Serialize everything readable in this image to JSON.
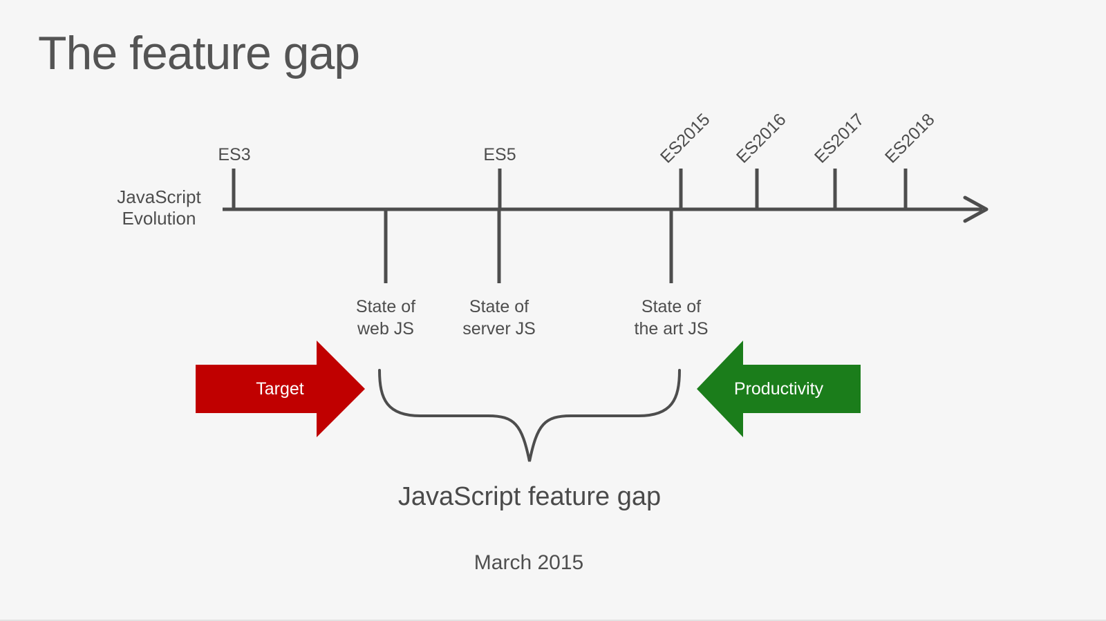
{
  "slide": {
    "title": "The feature gap",
    "footer": "March 2015"
  },
  "timeline": {
    "axis_label": "JavaScript\nEvolution",
    "top_markers": [
      {
        "label": "ES3"
      },
      {
        "label": "ES5"
      },
      {
        "label": "ES2015"
      },
      {
        "label": "ES2016"
      },
      {
        "label": "ES2017"
      },
      {
        "label": "ES2018"
      }
    ],
    "bottom_markers": [
      {
        "label": "State of\nweb JS"
      },
      {
        "label": "State of\nserver JS"
      },
      {
        "label": "State of\nthe art JS"
      }
    ]
  },
  "arrows": {
    "target": {
      "label": "Target",
      "color": "#c00000"
    },
    "productivity": {
      "label": "Productivity",
      "color": "#1b7d1b"
    }
  },
  "gap": {
    "label": "JavaScript feature gap"
  },
  "colors": {
    "background": "#f6f6f6",
    "line": "#4d4d4d",
    "title_text": "#545454",
    "arrow_text": "#ffffff"
  }
}
